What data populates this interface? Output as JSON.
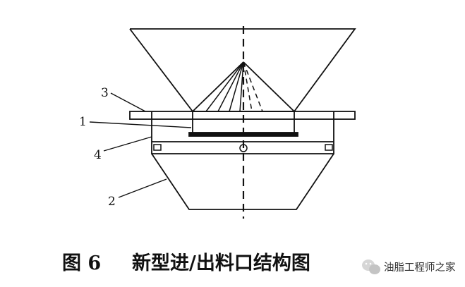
{
  "diagram": {
    "part_labels": [
      "1",
      "2",
      "3",
      "4"
    ],
    "caption": {
      "figure_number": "图 6",
      "title": "新型进/出料口结构图"
    },
    "watermark": {
      "text": "油脂工程师之家"
    }
  }
}
